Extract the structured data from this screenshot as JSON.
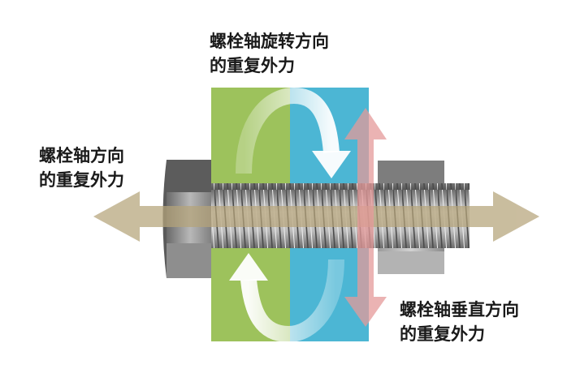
{
  "labels": {
    "rotation": {
      "line1": "螺栓轴旋转方向",
      "line2": "的重复外力"
    },
    "axial": {
      "line1": "螺栓轴方向",
      "line2": "的重复外力"
    },
    "perpendicular": {
      "line1": "螺栓轴垂直方向",
      "line2": "的重复外力"
    }
  },
  "colors": {
    "plate_left": "#9dc25c",
    "plate_right": "#4cb6d4",
    "axial_arrow": "#b5a47a",
    "perpendicular_arrow": "#e59a9a",
    "rotation_arrow": "#cfe6f3",
    "bolt_metal": "#a8a8a8",
    "bolt_dark": "#555555"
  },
  "icons": [
    "axial-double-arrow",
    "perpendicular-double-arrow",
    "rotation-arrow-top",
    "rotation-arrow-bottom"
  ]
}
